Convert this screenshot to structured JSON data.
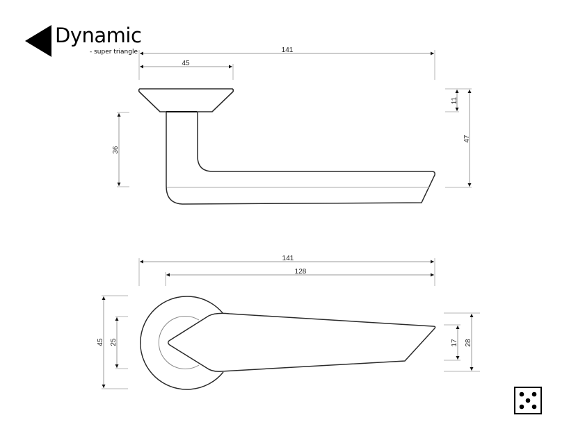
{
  "brand": {
    "title": "Dynamic",
    "subtitle": "- super triangle",
    "icon": "left-triangle-icon"
  },
  "side_view": {
    "dimensions": {
      "overall_length": "141",
      "rose_diameter": "45",
      "handle_height": "36",
      "rose_thickness": "11",
      "total_height": "47"
    }
  },
  "top_view": {
    "dimensions": {
      "overall_length": "141",
      "lever_length": "128",
      "rose_diameter": "45",
      "inner_diameter": "25",
      "tip_width": "17",
      "grip_width": "28"
    }
  },
  "badge": {
    "icon": "dice-five-icon"
  },
  "colors": {
    "line": "#2b2b2b",
    "dimension": "#9a9a9a",
    "background": "#ffffff"
  }
}
